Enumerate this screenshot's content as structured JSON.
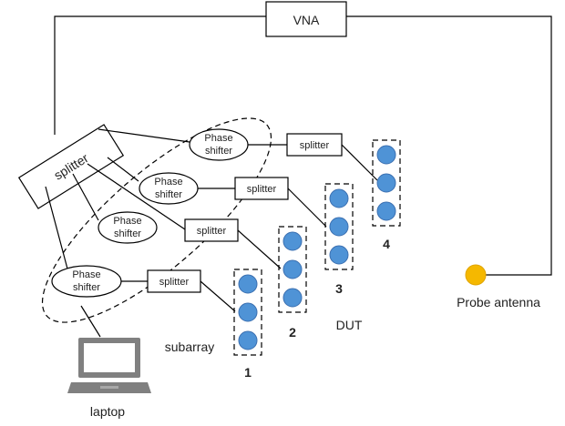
{
  "diagram": {
    "vna_label": "VNA",
    "main_splitter_label": "splitter",
    "phase_shifter_line1": "Phase",
    "phase_shifter_line2": "shifter",
    "splitter_label": "splitter",
    "probe_label": "Probe antenna",
    "dut_label": "DUT",
    "subarray_label": "subarray",
    "laptop_label": "laptop",
    "subarray_numbers": [
      "1",
      "2",
      "3",
      "4"
    ],
    "colors": {
      "antenna_element": "#4f93d6",
      "probe": "#f5b800",
      "laptop": "#808080"
    }
  }
}
